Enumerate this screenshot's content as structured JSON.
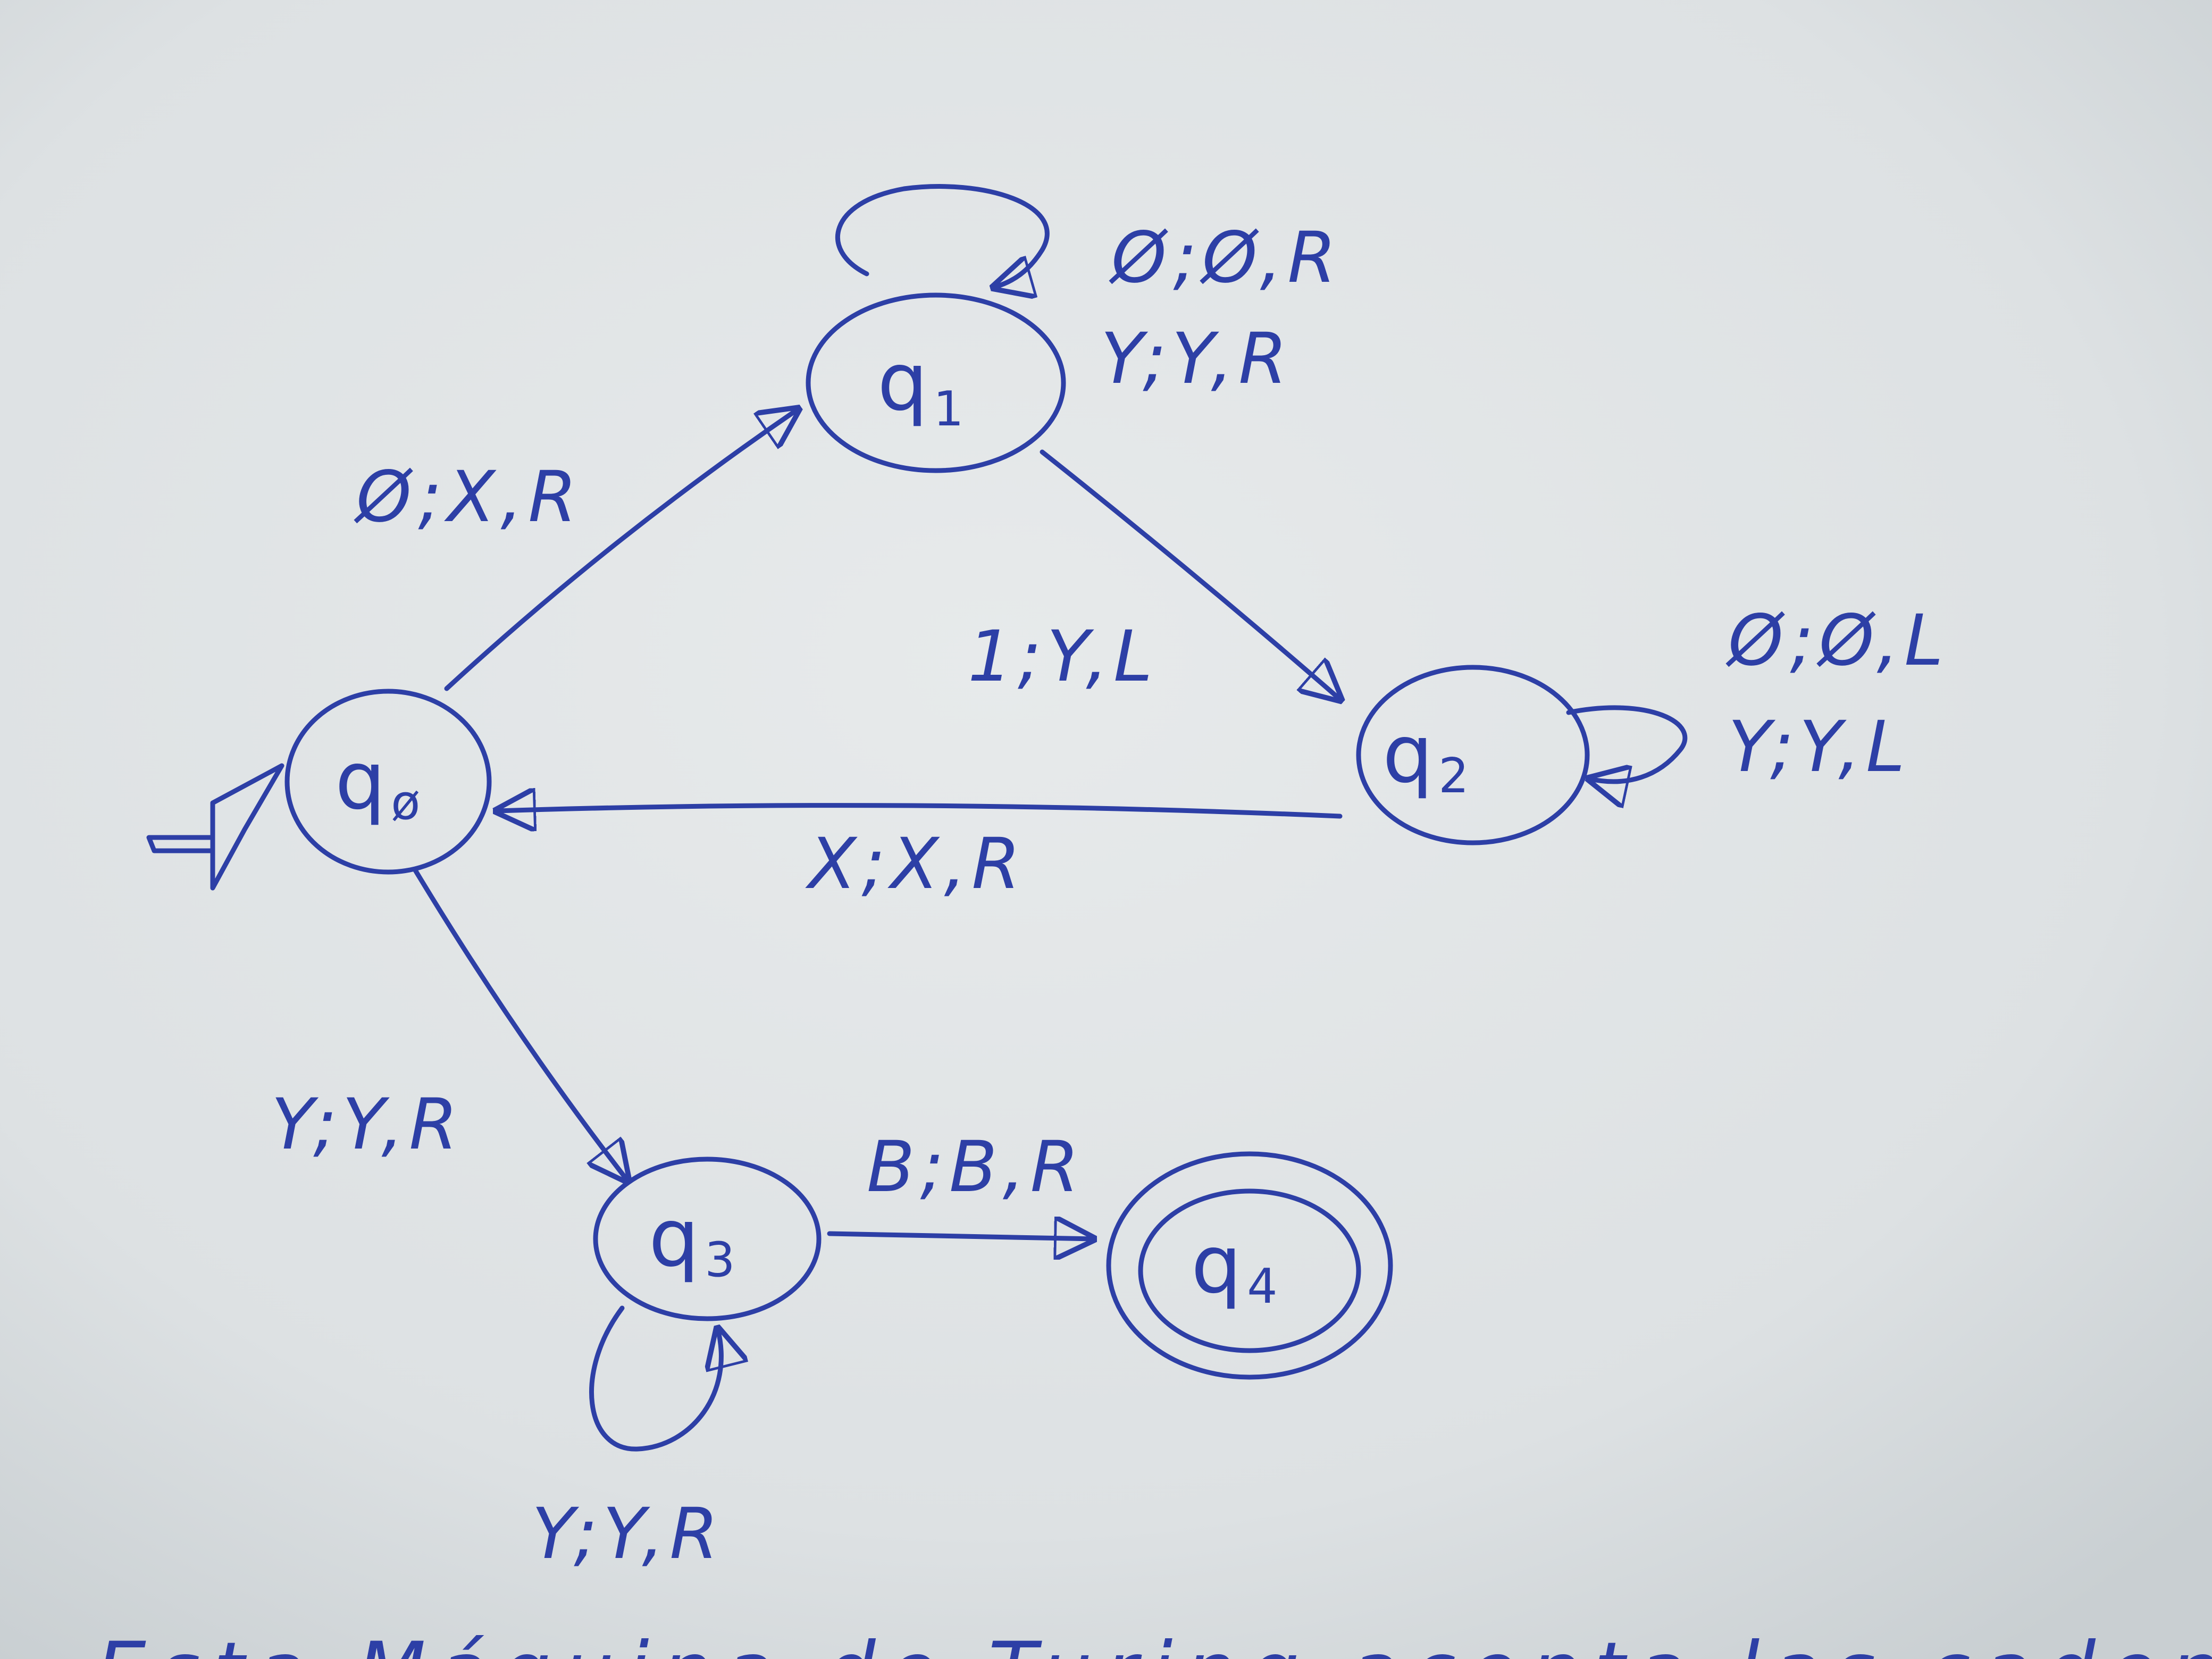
{
  "states": {
    "q0": {
      "base": "q",
      "sub": "ø"
    },
    "q1": {
      "base": "q",
      "sub": "1"
    },
    "q2": {
      "base": "q",
      "sub": "2"
    },
    "q3": {
      "base": "q",
      "sub": "3"
    },
    "q4": {
      "base": "q",
      "sub": "4"
    }
  },
  "transitions": {
    "q0_q1": "Ø;X,R",
    "q1_loop_line1": "Ø;Ø,R",
    "q1_loop_line2": "Y;Y,R",
    "q1_q2": "1;Y,L",
    "q2_loop_line1": "Ø;Ø,L",
    "q2_loop_line2": "Y;Y,L",
    "q2_q0": "X;X,R",
    "q0_q3": "Y;Y,R",
    "q3_loop": "Y;Y,R",
    "q3_q4": "B;B,R"
  },
  "caption": "Esta Máquina de Turing acepta las caden",
  "colors": {
    "ink": "#2d3fa6",
    "paper": "#dfe3e4"
  }
}
